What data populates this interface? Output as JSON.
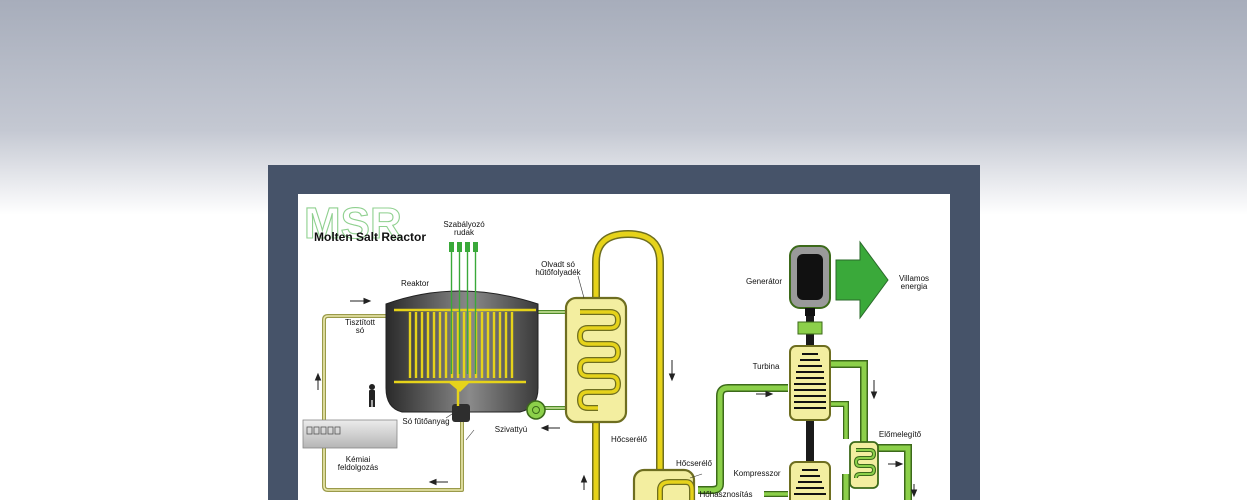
{
  "diagram": {
    "logo_text": "MSR",
    "title": "Molten Salt Reactor",
    "labels": {
      "control_rods": [
        "Szabályozó",
        "rudak"
      ],
      "reactor": "Reaktor",
      "coolant": [
        "Olvadt só",
        "hűtőfolyadék"
      ],
      "generator": "Generátor",
      "electric_power": [
        "Villamos",
        "energia"
      ],
      "purified_salt": [
        "Tisztított",
        "só"
      ],
      "turbine": "Turbina",
      "fuel_salt": "Só fűtőanyag",
      "pump": "Szivattyú",
      "heat_exchanger_1": "Hőcserélő",
      "preheater": "Előmelegítő",
      "chemical_processing": [
        "Kémiai",
        "feldolgozás"
      ],
      "heat_exchanger_2": "Hőcserélő",
      "compressor": "Kompresszor",
      "heat_recovery": "Hőhasznosítás"
    },
    "colors": {
      "frame": "#465369",
      "salt_loop": "#e6d31a",
      "gas_loop": "#7cc43a",
      "vessel_fill": "#f3eea0",
      "generator_arrow": "#3aa93a",
      "logo": "#8fd08f"
    }
  }
}
